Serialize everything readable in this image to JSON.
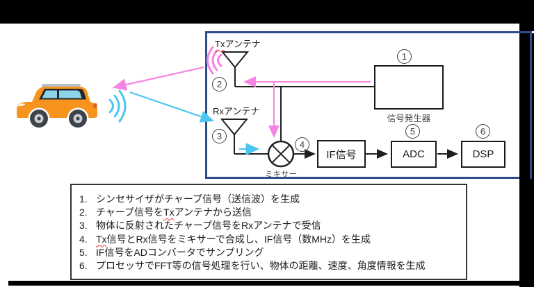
{
  "colors": {
    "frame_border_blue": "#2e4d8c",
    "tx_wave_pink": "#f584e2",
    "rx_wave_cyan": "#4cc6f2",
    "car_orange": "#f7941e",
    "letterbox_black": "#000000",
    "spellcheck_underline_red": "#e03c3c"
  },
  "diagram": {
    "tx_label_tx": "Tx",
    "tx_label_rest": "アンテナ",
    "rx_label": "Rxアンテナ",
    "mixer_label": "ミキサー",
    "signal_generator_label": "信号発生器",
    "if_label": "IF信号",
    "adc_label": "ADC",
    "dsp_label": "DSP",
    "markers": {
      "m1": "1",
      "m2": "2",
      "m3": "3",
      "m4": "4",
      "m5": "5",
      "m6": "6"
    }
  },
  "steps": {
    "items": [
      {
        "num": "1.",
        "pre": "シンセサイザがチャープ信号（送信波）を生成"
      },
      {
        "num": "2.",
        "pre": "チャープ信号を",
        "tx": "Tx",
        "post": "アンテナから送信"
      },
      {
        "num": "3.",
        "pre": "物体に反射されたチャープ信号をRxアンテナで受信"
      },
      {
        "num": "4.",
        "pre": "",
        "tx": "Tx",
        "post": "信号とRx信号をミキサーで合成し、IF信号（数MHz）を生成"
      },
      {
        "num": "5.",
        "pre": "IF信号をADコンバータでサンプリング"
      },
      {
        "num": "6.",
        "pre": "プロセッサでFFT等の信号処理を行い、物体の距離、速度、角度情報を生成"
      }
    ]
  }
}
